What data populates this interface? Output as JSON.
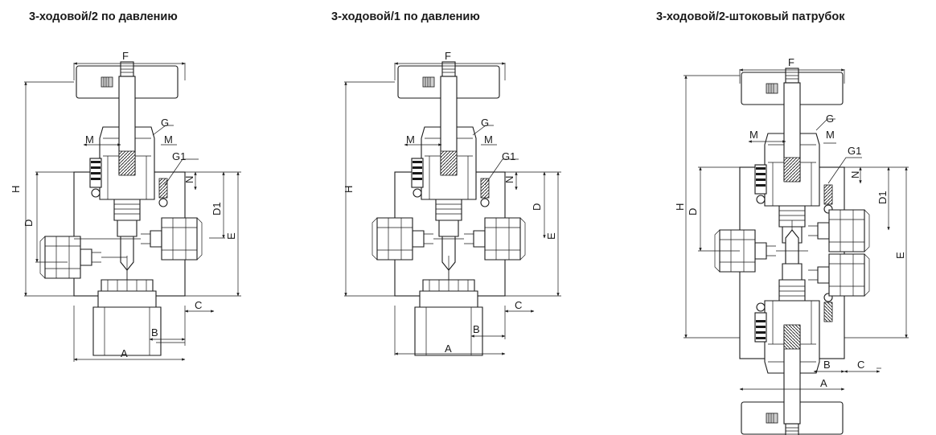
{
  "titles": {
    "left": "3-ходовой/2 по давлению",
    "middle": "3-ходовой/1 по давлению",
    "right": "3-ходовой/2-штоковый патрубок"
  },
  "labels": {
    "A": "A",
    "B": "B",
    "C": "C",
    "D": "D",
    "D1": "D1",
    "E": "E",
    "F": "F",
    "G": "G",
    "G1": "G1",
    "H": "H",
    "M": "M",
    "N": "N"
  }
}
